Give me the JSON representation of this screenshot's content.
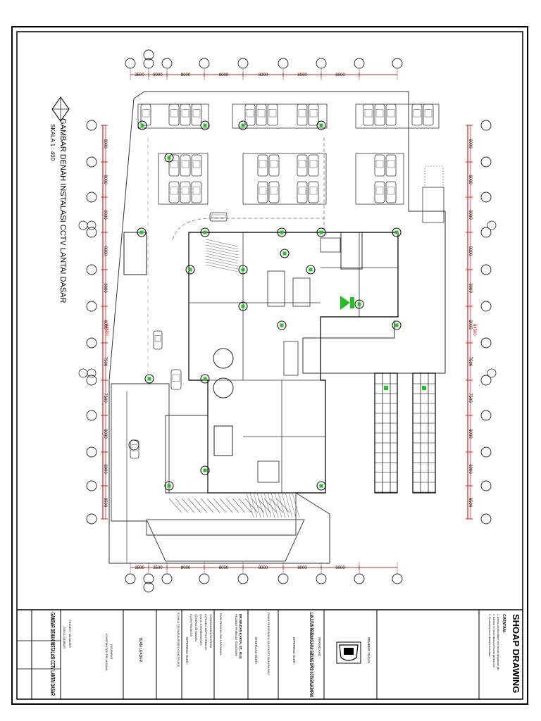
{
  "drawing": {
    "title": "GAMBAR DENAH INSTALASI CCTV LANTAI DASAR",
    "scale": "SKALA 1 : 400"
  },
  "grid": {
    "top_dims": [
      "3500",
      "8000",
      "8000",
      "8000",
      "8000",
      "8000",
      "8000"
    ],
    "bottom_dims": [
      "3500",
      "3500",
      "8000",
      "8000",
      "8000",
      "8000",
      "8000"
    ],
    "left_dims": [
      "8000",
      "8000",
      "8000",
      "8000",
      "8000",
      "8000",
      "7500",
      "7500",
      "8000",
      "8000",
      "6500"
    ],
    "right_dims": [
      "8000",
      "8000",
      "8000",
      "8000",
      "8000",
      "8000",
      "7500",
      "7500",
      "8000",
      "8000",
      "6500"
    ],
    "left_total": "84500",
    "right_total": "84500"
  },
  "title_block": {
    "header": "SHOAP DRAWING",
    "notes_label": "CATATAN:",
    "notes": [
      "1. Semua ukuran dalam mm kecuali dinyatakan lain",
      "2. Gambar ini harus dibaca bersama gambar lain",
      "3. Perubahan harus disetujui konsultan"
    ],
    "owner_label": "PEMBERI TUGAS",
    "project_label": "PEKERJAAN",
    "project_name": "LANJUTAN PEMBANGUNAN GEDUNG DPRD KOTA BALIKPAPAN",
    "checked_label": "DIPERIKSA OLEH:",
    "agency": "DINAS PEKERJAAN UMUM KOTA BALIKPAPAN",
    "approved_label": "DISETUJUI OLEH:",
    "official_name": "DR.WILDAN KARYA, ST., M.SI.",
    "official_role": "PEJABAT PEMBUAT KOMITMEN",
    "team_label": "TEAM PENDUKUNG LAPANGAN",
    "team": [
      "1)  DARMAWAN SANTOSA",
      "2)  PANDU SAPTA FIRDAUS",
      "3)  A.M. SYAHRIANSYAH",
      "4)  INDRA SETIAWAN",
      "5)  ARI PRASETIO"
    ],
    "consultant_label": "DIPERIKSA OLEH:",
    "consultant": "KONSULTAN MANAJEMEN KONSTRUKSI",
    "contractor_team": "TEAM LEADER",
    "drawn_label": "DIGAMBAR",
    "contractor": "KONTRAKTOR PELAKSANA",
    "pm_label": "PROJECT MANAGER",
    "sheet_label": "JUDUL GAMBAR",
    "sheet_title": "GAMBAR DENAH INSTALASI CCTV LANTAI DASAR"
  },
  "colors": {
    "line": "#1a1a1a",
    "dim": "#d42020",
    "camera": "#22c022",
    "ramp": "#606060"
  }
}
